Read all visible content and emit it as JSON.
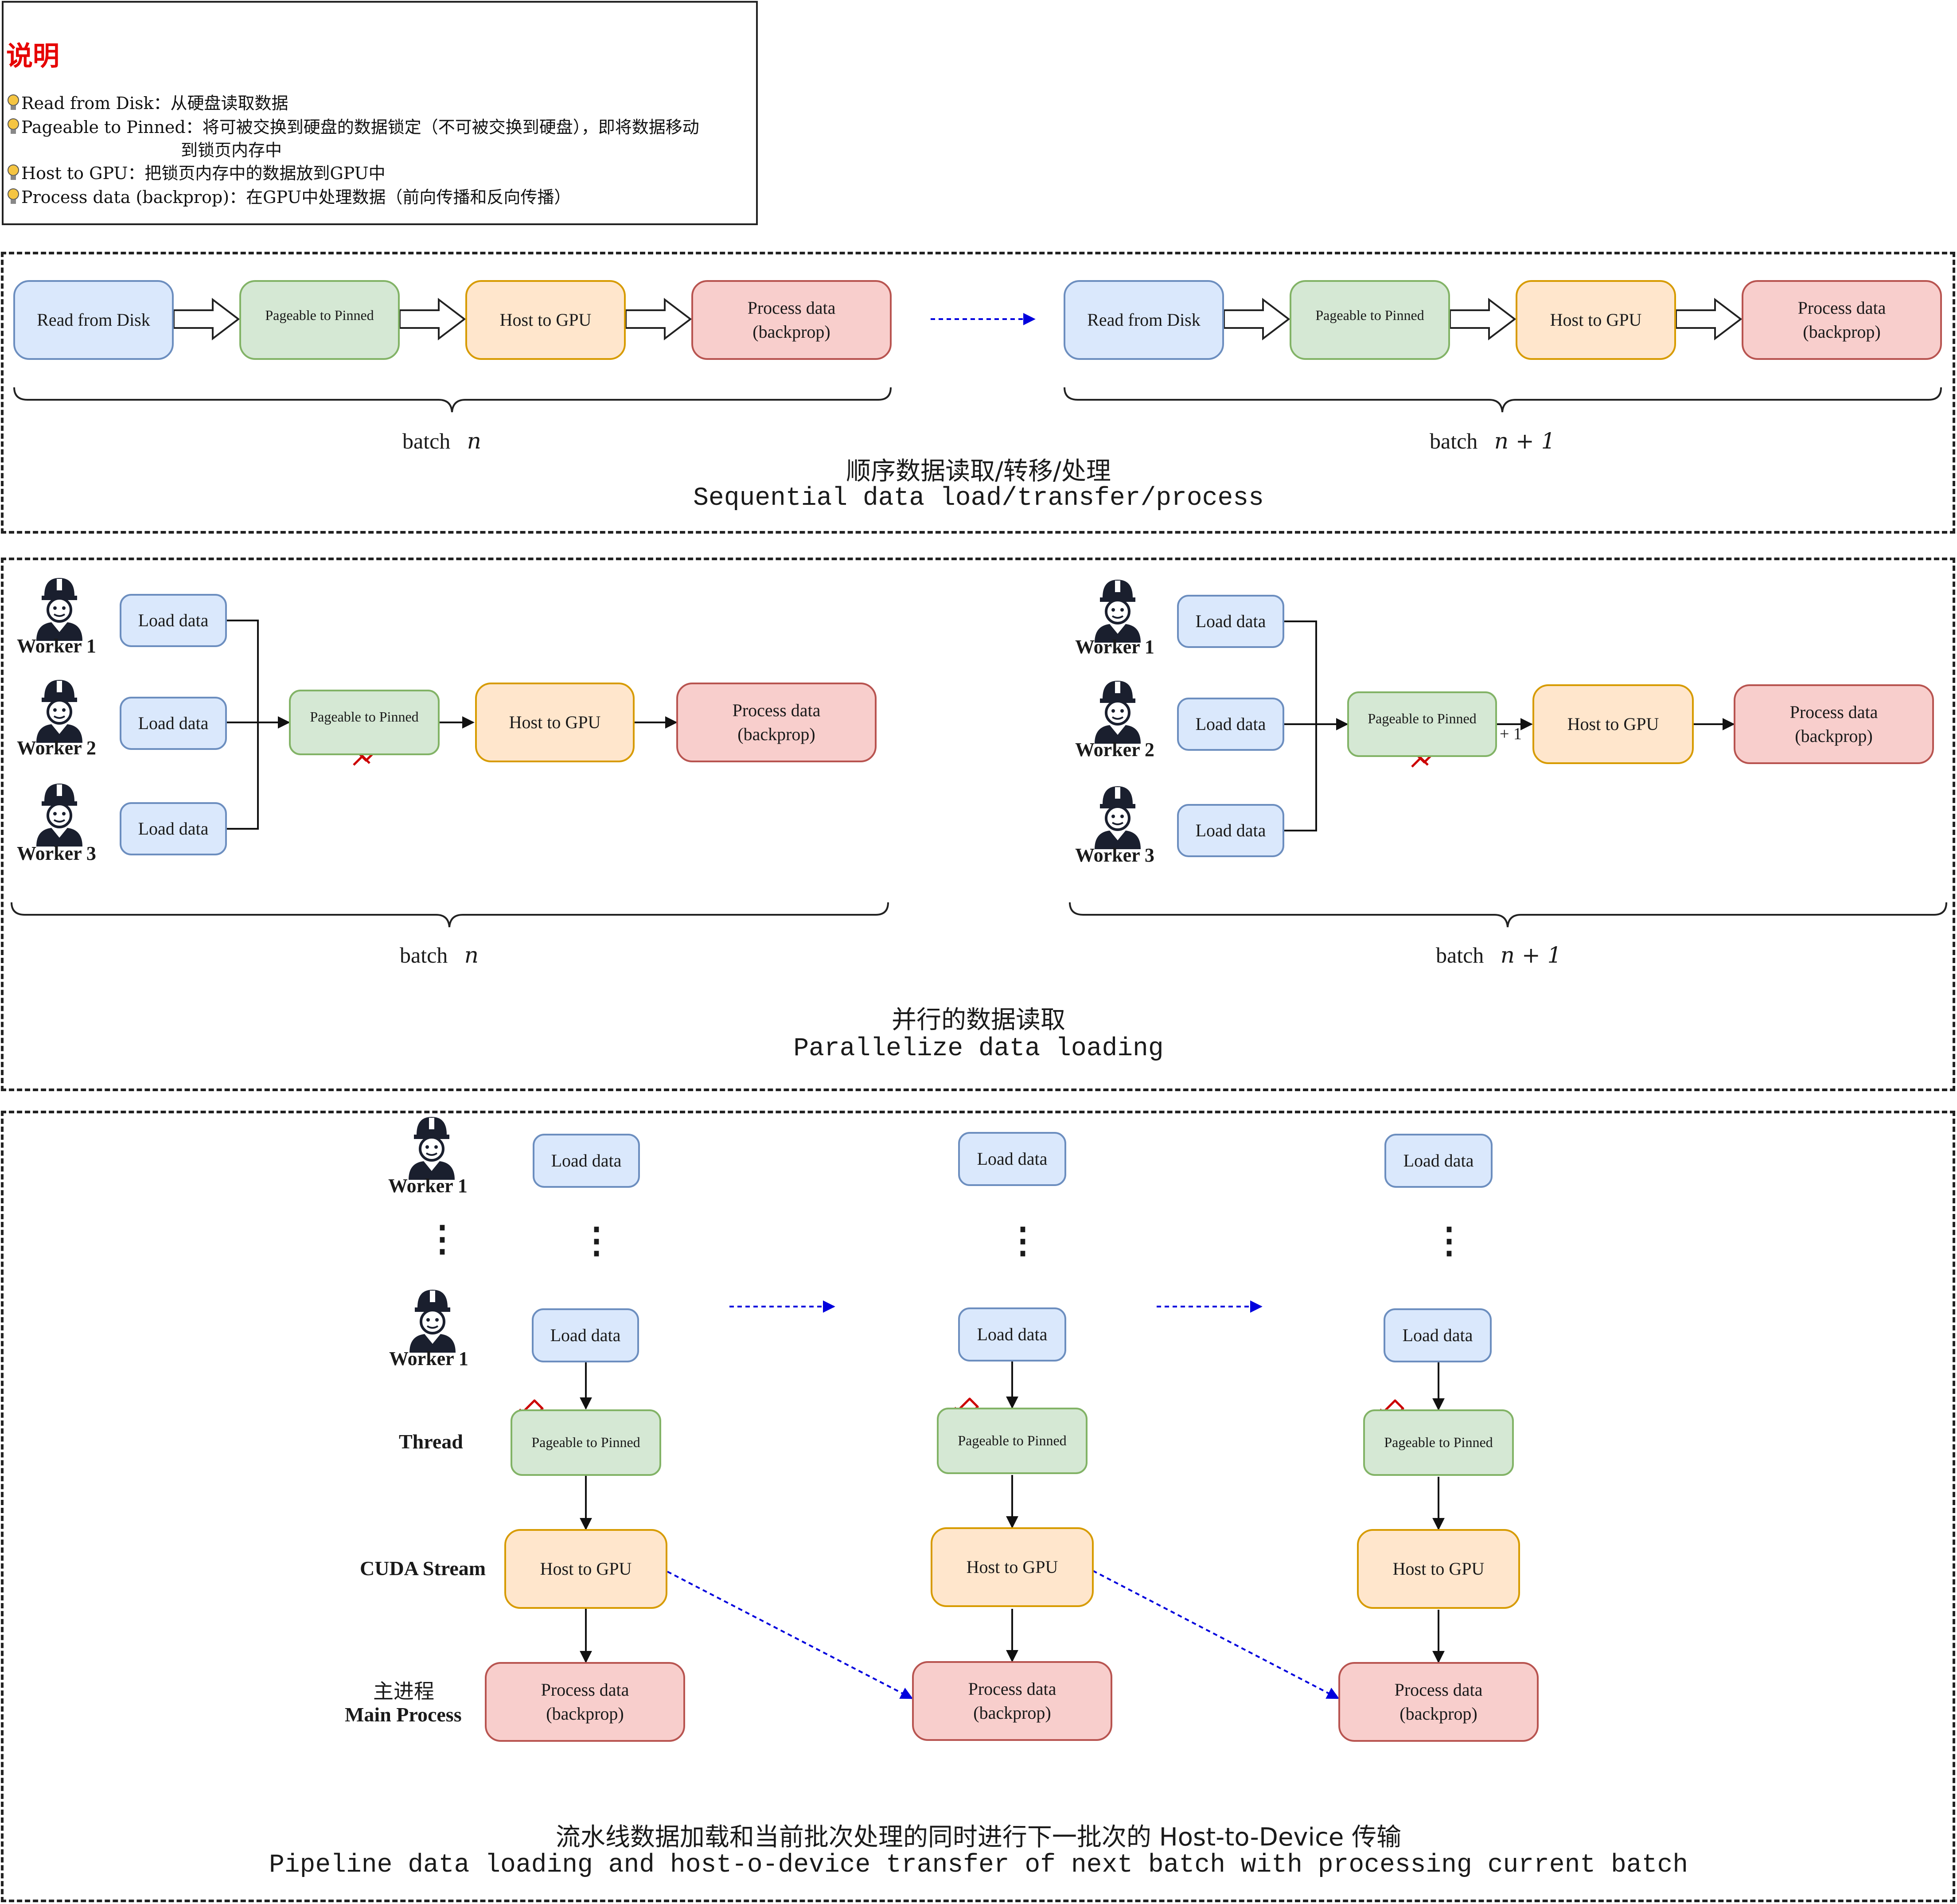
{
  "legend": {
    "title": "说明",
    "lines": [
      "Read from Disk：从硬盘读取数据",
      "Pageable to Pinned：将可被交换到硬盘的数据锁定（不可被交换到硬盘），即将数据移动",
      "到锁页内存中",
      "Host to GPU：把锁页内存中的数据放到GPU中",
      "Process data (backprop)：在GPU中处理数据（前向传播和反向传播）"
    ]
  },
  "colors": {
    "blue_fill": "#dae8fc",
    "blue_stroke": "#6c8ebf",
    "green_fill": "#d5e8d4",
    "green_stroke": "#82b366",
    "orange_fill": "#ffe6cc",
    "orange_stroke": "#d79b00",
    "red_fill": "#f8cecc",
    "red_stroke": "#b85450",
    "pin": "#cc0000",
    "dotted_arrow": "#0000dd"
  },
  "labels": {
    "read_from_disk": "Read from Disk",
    "pageable_to_pinned": "Pageable to Pinned",
    "host_to_gpu": "Host to GPU",
    "process_data": "Process data\n(backprop)",
    "load_data": "Load data"
  },
  "section1": {
    "batch_word": "batch",
    "batch_n": "n",
    "batch_n1": "n + 1",
    "caption_cn": "顺序数据读取/转移/处理",
    "caption_en": "Sequential data load/transfer/process"
  },
  "section2": {
    "workers": [
      "Worker 1",
      "Worker 2",
      "Worker 3"
    ],
    "batch_word": "batch",
    "batch_n": "n",
    "batch_n1": "n + 1",
    "plus_one": "+ 1",
    "caption_cn": "并行的数据读取",
    "caption_en": "Parallelize data loading"
  },
  "section3": {
    "worker_top": "Worker 1",
    "worker_bottom": "Worker 1",
    "dots": "⋮",
    "row_thread": "Thread",
    "row_cuda": "CUDA Stream",
    "row_main_cn": "主进程",
    "row_main_en": "Main Process",
    "caption_cn": "流水线数据加载和当前批次处理的同时进行下一批次的 Host-to-Device 传输",
    "caption_en": "Pipeline data loading and host-o-device transfer of next batch with processing current batch"
  }
}
